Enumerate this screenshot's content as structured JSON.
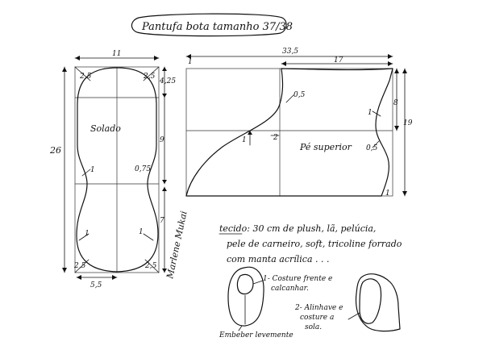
{
  "title": "Pantufa bota tamanho 37/38",
  "sole": {
    "label": "Solado",
    "width": "11",
    "length": "26",
    "top_gap": "4,25",
    "mid_upper": "9",
    "mid_lower": "7",
    "seam": "0,75",
    "bottom_width": "5,5",
    "corner_tl": "2,5",
    "corner_tr": "2,5",
    "corner_bl": "2,5",
    "corner_br": "2,5",
    "mark_upper": "1",
    "mark_lower_left": "1",
    "mark_lower_right": "1"
  },
  "upper": {
    "label": "Pé superior",
    "width_total": "33,5",
    "width_right": "17",
    "height_top": "8",
    "height_total": "19",
    "curve_a": "0,5",
    "curve_b": "0,5",
    "mark_1": "1",
    "mark_2": "2",
    "mark_right": "1",
    "mark_tl": "1",
    "mark_br": "1"
  },
  "notes": {
    "fabric_line1": "tecido: 30 cm   de plush, lã, pelúcia,",
    "fabric_line2": "pele de carneiro, soft, tricoline forrado",
    "fabric_line3": "com manta acrílica . . .",
    "step1_line1": "1- Costure frente e",
    "step1_line2": "calcanhar.",
    "step2_line1": "2- Alinhave e",
    "step2_line2": "costure a",
    "step2_line3": "sola.",
    "gather": "Embeber levemente"
  },
  "signature": "Marlene Mukai"
}
